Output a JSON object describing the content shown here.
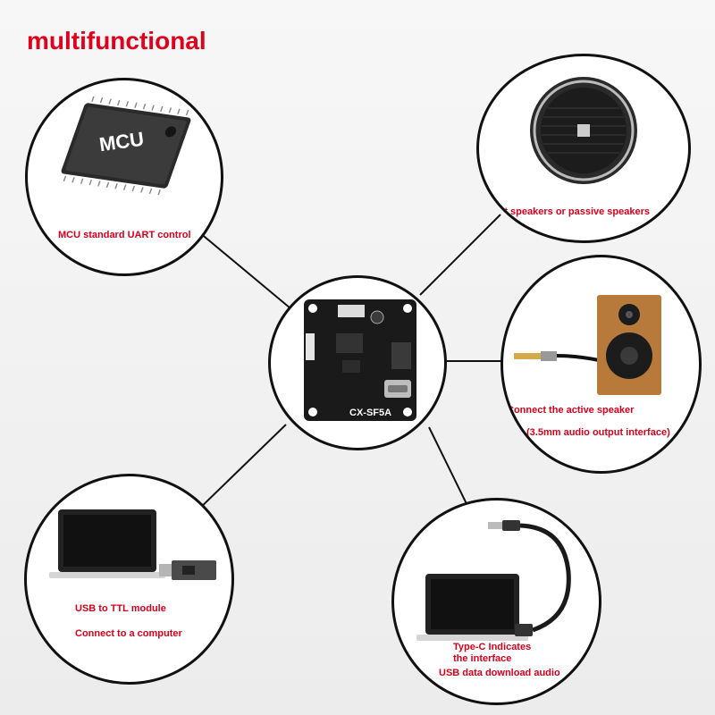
{
  "title": "multifunctional",
  "board": {
    "model": "CX-SF5A"
  },
  "mcu": {
    "chip_text": "MCU",
    "label": "MCU standard UART control"
  },
  "speaker": {
    "label": "Connect speakers or passive speakers"
  },
  "active": {
    "label_line1": "Connect the active speaker",
    "label_line2": "(3.5mm audio output interface)"
  },
  "usb_ttl": {
    "label_line1": "USB to TTL module",
    "label_line2": "Connect to a computer"
  },
  "typec": {
    "label_line1": "Type-C Indicates",
    "label_line2": "the interface",
    "label_line3": "USB data download audio"
  },
  "colors": {
    "accent": "#e0001b",
    "label": "#d7001c",
    "outline": "#111111",
    "board": "#1a1a1a"
  }
}
